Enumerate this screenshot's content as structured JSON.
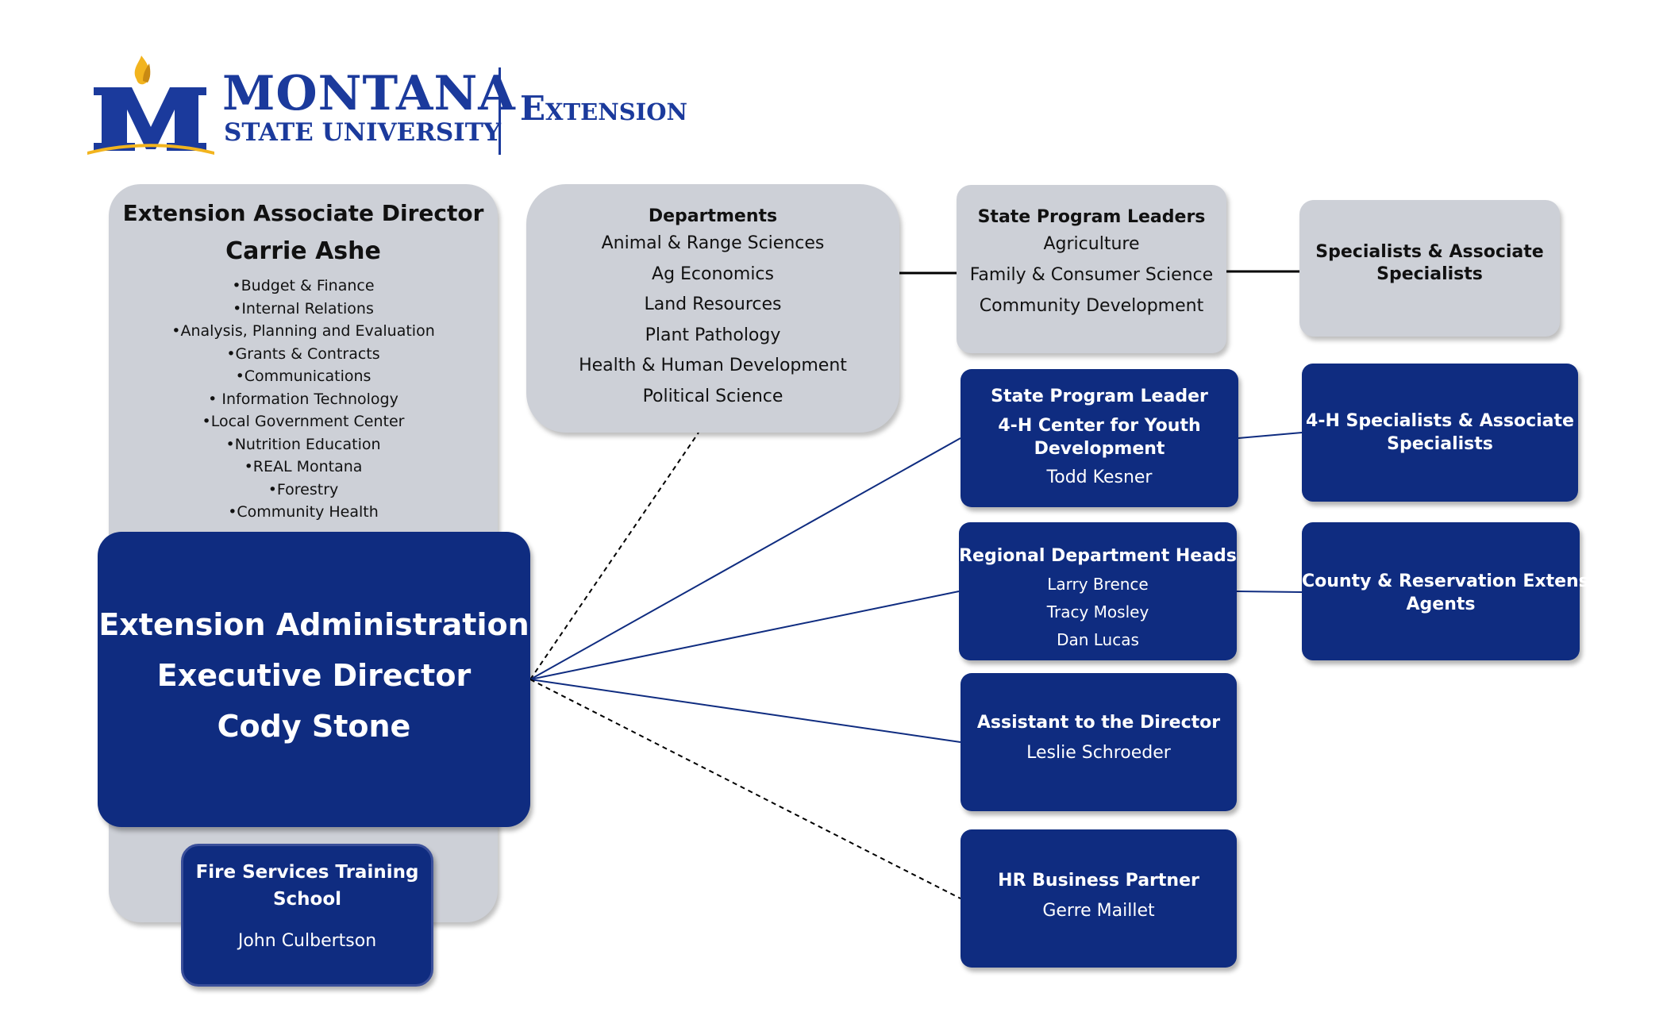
{
  "logo": {
    "word1": "MONTANA",
    "word2": "STATE UNIVERSITY",
    "extension": "Extension",
    "colors": {
      "blue": "#1b3a9c",
      "gold": "#f2b41e"
    }
  },
  "associate_director": {
    "title": "Extension Associate Director",
    "name": "Carrie Ashe",
    "items": [
      "•Budget & Finance",
      "•Internal Relations",
      "•Analysis, Planning and Evaluation",
      "•Grants & Contracts",
      "•Communications",
      "• Information Technology",
      "•Local Government Center",
      "•Nutrition Education",
      "•REAL Montana",
      "•Forestry",
      "•Community Health"
    ]
  },
  "executive": {
    "line1": "Extension Administration",
    "line2": "Executive Director",
    "line3": "Cody Stone"
  },
  "fire": {
    "line1": "Fire Services Training",
    "line2": "School",
    "name": "John Culbertson"
  },
  "departments": {
    "title": "Departments",
    "items": [
      "Animal & Range Sciences",
      "Ag Economics",
      "Land Resources",
      "Plant Pathology",
      "Health & Human Development",
      "Political Science"
    ]
  },
  "state_program_leaders": {
    "title": "State Program Leaders",
    "items": [
      "Agriculture",
      "Family & Consumer Science",
      "Community Development"
    ]
  },
  "specialists": {
    "line1": "Specialists & Associate",
    "line2": "Specialists"
  },
  "fourh_leader": {
    "line1": "State Program Leader",
    "line2": "4-H Center for Youth",
    "line3": "Development",
    "name": "Todd Kesner"
  },
  "fourh_specialists": {
    "line1": "4-H Specialists  & Associate",
    "line2": "Specialists"
  },
  "regional_heads": {
    "title": "Regional Department Heads",
    "names": [
      "Larry Brence",
      "Tracy Mosley",
      "Dan Lucas"
    ]
  },
  "county_agents": {
    "line1": "County & Reservation Extension",
    "line2": "Agents"
  },
  "assistant": {
    "title": "Assistant to the Director",
    "name": "Leslie Schroeder"
  },
  "hr": {
    "title": "HR Business Partner",
    "name": "Gerre Maillet"
  },
  "colors": {
    "navy": "#0f2c80",
    "gray_box": "#cdd0d7"
  }
}
